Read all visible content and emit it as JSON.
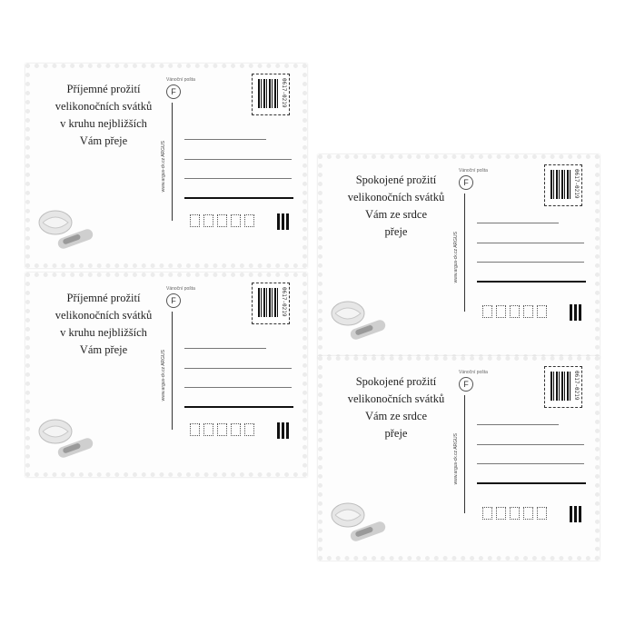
{
  "cards": [
    {
      "lines": [
        "Příjemné prožití",
        "velikonočních svátků",
        "v kruhu nejbližších",
        "Vám přeje"
      ],
      "stamp_code": "0617-0219",
      "badge": "F",
      "badge_label": "Vánoční pošta",
      "vertical_text": "www.argus-ck.cz ARGUS"
    },
    {
      "lines": [
        "Spokojené prožití",
        "velikonočních svátků",
        "Vám ze srdce",
        "přeje"
      ],
      "stamp_code": "0617-0219",
      "badge": "F",
      "badge_label": "Vánoční pošta",
      "vertical_text": "www.argus-ck.cz ARGUS"
    },
    {
      "lines": [
        "Příjemné prožití",
        "velikonočních svátků",
        "v kruhu nejbližších",
        "Vám přeje"
      ],
      "stamp_code": "0617-0219",
      "badge": "F",
      "badge_label": "Vánoční pošta",
      "vertical_text": "www.argus-ck.cz ARGUS"
    },
    {
      "lines": [
        "Spokojené prožití",
        "velikonočních svátků",
        "Vám ze srdce",
        "přeje"
      ],
      "stamp_code": "0617-0219",
      "badge": "F",
      "badge_label": "Vánoční pošta",
      "vertical_text": "www.argus-ck.cz ARGUS"
    }
  ]
}
